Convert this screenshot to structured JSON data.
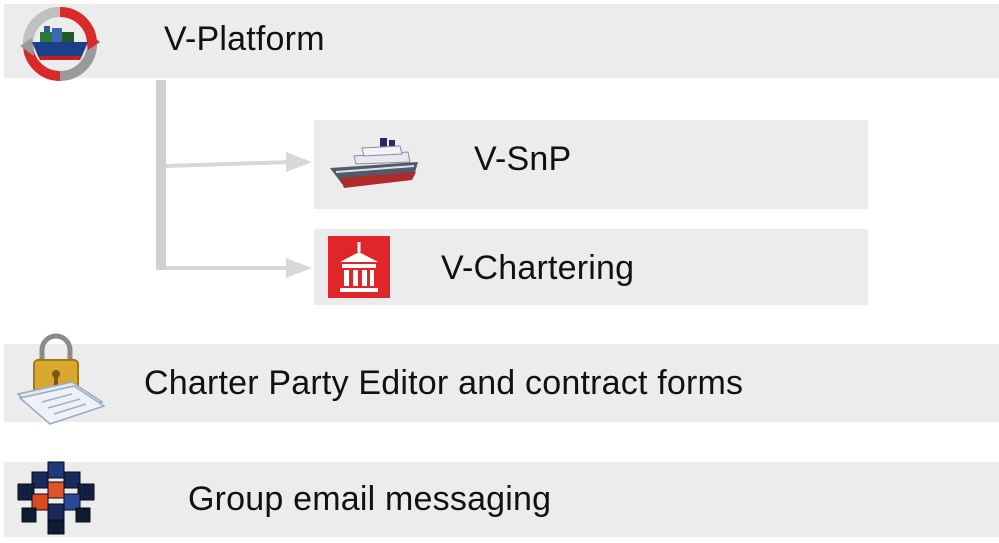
{
  "platform": {
    "title": "V-Platform",
    "icon": "ship-cycle-icon",
    "children": [
      {
        "label": "V-SnP",
        "icon": "ship-icon"
      },
      {
        "label": "V-Chartering",
        "icon": "crane-container-icon"
      }
    ]
  },
  "standalone": [
    {
      "label": "Charter Party Editor and contract forms",
      "icon": "locked-documents-icon"
    },
    {
      "label": "Group email messaging",
      "icon": "cube-network-icon"
    }
  ],
  "colors": {
    "bar_background": "#ececec",
    "connector": "#d0d0d0",
    "chartering_red": "#e0262b"
  }
}
